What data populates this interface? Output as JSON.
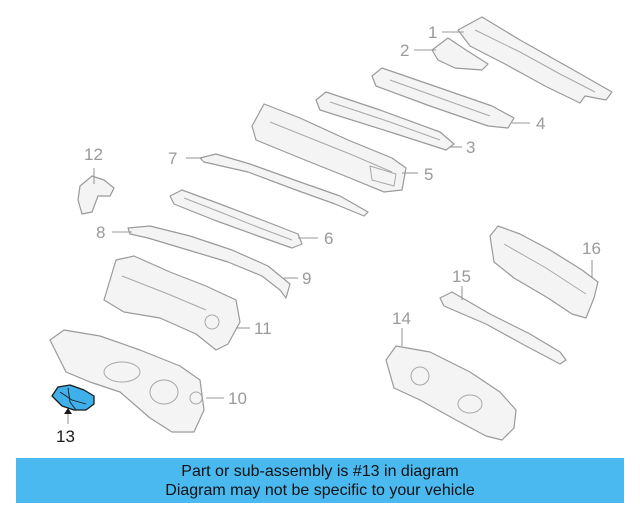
{
  "highlight_color": "#4ab9f0",
  "callouts": {
    "c1": "1",
    "c2": "2",
    "c3": "3",
    "c4": "4",
    "c5": "5",
    "c6": "6",
    "c7": "7",
    "c8": "8",
    "c9": "9",
    "c10": "10",
    "c11": "11",
    "c12": "12",
    "c13": "13",
    "c14": "14",
    "c15": "15",
    "c16": "16"
  },
  "selected_part": "13",
  "banner": {
    "line1": "Part or sub-assembly is #13 in diagram",
    "line2": "Diagram may not be specific to your vehicle"
  }
}
